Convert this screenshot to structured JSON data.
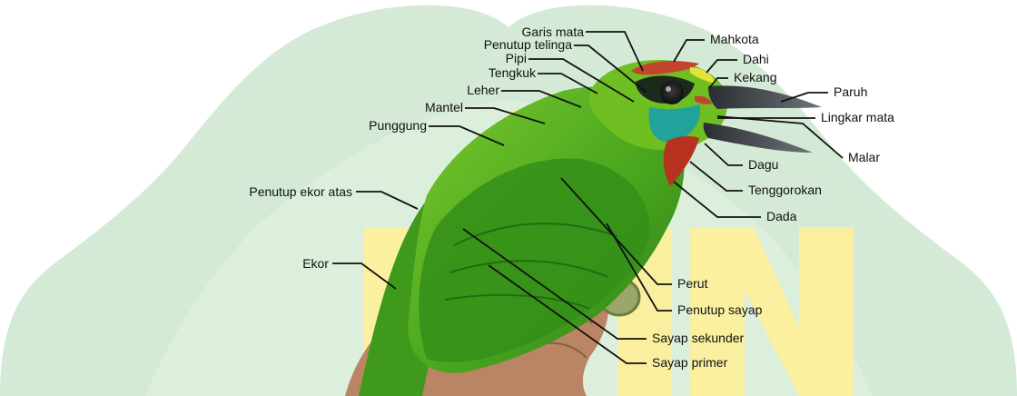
{
  "colors": {
    "background": "#ffffff",
    "watermark_leaf": "#d4ead6",
    "watermark_letters": "#fbef9c",
    "bird_body": "#4fae1e",
    "bird_crown": "#c2462e",
    "bird_face": "#1fa39a",
    "beak": "#4a4f55",
    "hand": "#b98564",
    "text": "#111111"
  },
  "labels": {
    "garis_mata": "Garis mata",
    "penutup_telinga": "Penutup telinga",
    "pipi": "Pipi",
    "tengkuk": "Tengkuk",
    "leher": "Leher",
    "mantel": "Mantel",
    "punggung": "Punggung",
    "penutup_ekor_atas": "Penutup ekor atas",
    "ekor": "Ekor",
    "mahkota": "Mahkota",
    "dahi": "Dahi",
    "kekang": "Kekang",
    "paruh": "Paruh",
    "lingkar_mata": "Lingkar mata",
    "malar": "Malar",
    "dagu": "Dagu",
    "tenggorokan": "Tenggorokan",
    "dada": "Dada",
    "perut": "Perut",
    "penutup_sayap": "Penutup sayap",
    "sayap_sekunder": "Sayap sekunder",
    "sayap_primer": "Sayap primer"
  }
}
